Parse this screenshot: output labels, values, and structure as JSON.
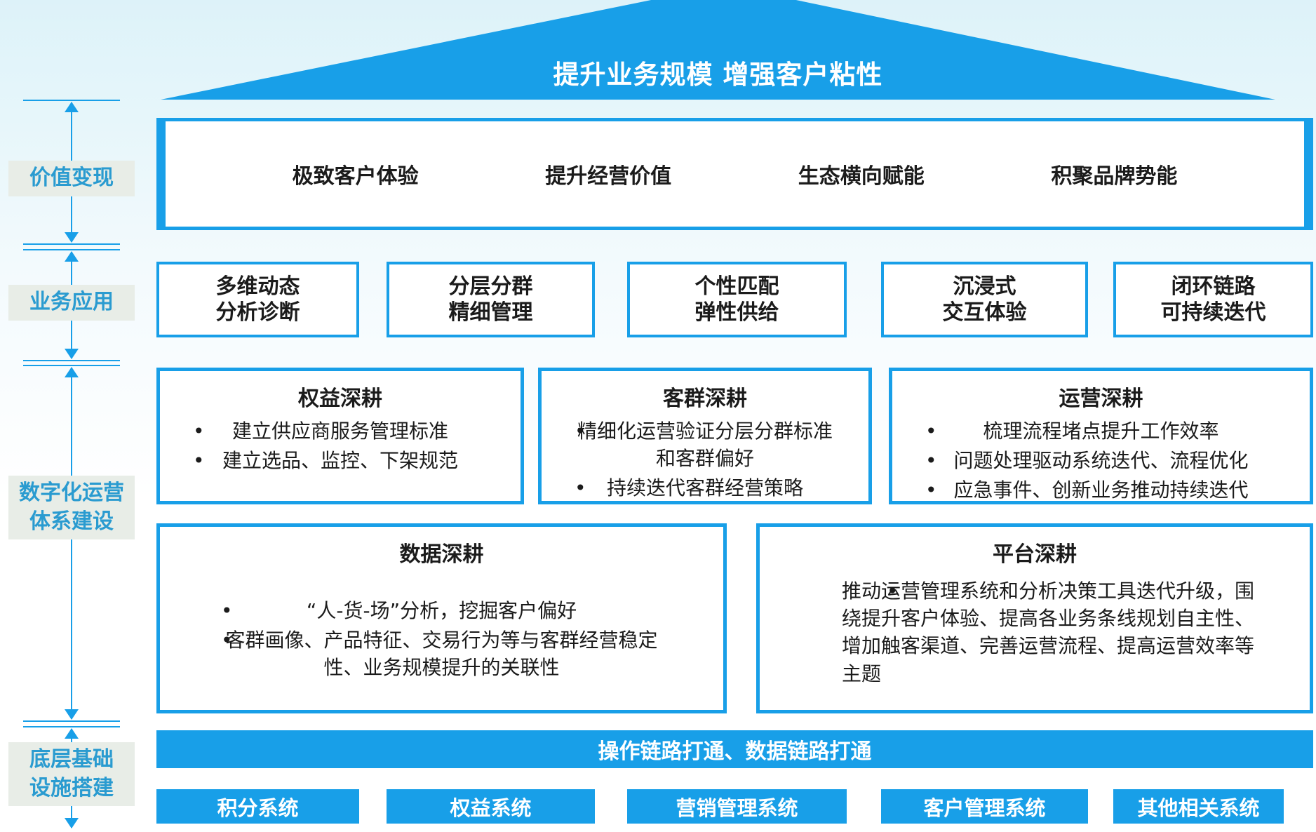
{
  "colors": {
    "accent": "#189fe8",
    "label_bg": "#e8ede7",
    "label_text": "#2a9bd0"
  },
  "roof": {
    "title": "提升业务规模 增强客户粘性"
  },
  "side_labels": [
    {
      "label": "价值变现"
    },
    {
      "label": "业务应用"
    },
    {
      "label": "数字化运营\n体系建设"
    },
    {
      "label": "底层基础\n设施搭建"
    }
  ],
  "value_row": {
    "items": [
      "极致客户体验",
      "提升经营价值",
      "生态横向赋能",
      "积聚品牌势能"
    ]
  },
  "app_row": {
    "items": [
      "多维动态\n分析诊断",
      "分层分群\n精细管理",
      "个性匹配\n弹性供给",
      "沉浸式\n交互体验",
      "闭环链路\n可持续迭代"
    ]
  },
  "deep_cards": [
    {
      "title": "权益深耕",
      "bullets": [
        "建立供应商服务管理标准",
        "建立选品、监控、下架规范"
      ]
    },
    {
      "title": "客群深耕",
      "bullets": [
        "精细化运营验证分层分群标准和客群偏好",
        "持续迭代客群经营策略"
      ]
    },
    {
      "title": "运营深耕",
      "bullets": [
        "梳理流程堵点提升工作效率",
        "问题处理驱动系统迭代、流程优化",
        "应急事件、创新业务推动持续迭代"
      ]
    },
    {
      "title": "数据深耕",
      "bullets": [
        "“人-货-场”分析，挖掘客户偏好",
        "客群画像、产品特征、交易行为等与客群经营稳定性、业务规模提升的关联性"
      ]
    },
    {
      "title": "平台深耕",
      "bullets": [
        "推动运营管理系统和分析决策工具迭代升级，围绕提升客户体验、提高各业务条线规划自主性、增加触客渠道、完善运营流程、提高运营效率等主题"
      ]
    }
  ],
  "bottom": {
    "bar": "操作链路打通、数据链路打通",
    "systems": [
      "积分系统",
      "权益系统",
      "营销管理系统",
      "客户管理系统",
      "其他相关系统"
    ]
  }
}
